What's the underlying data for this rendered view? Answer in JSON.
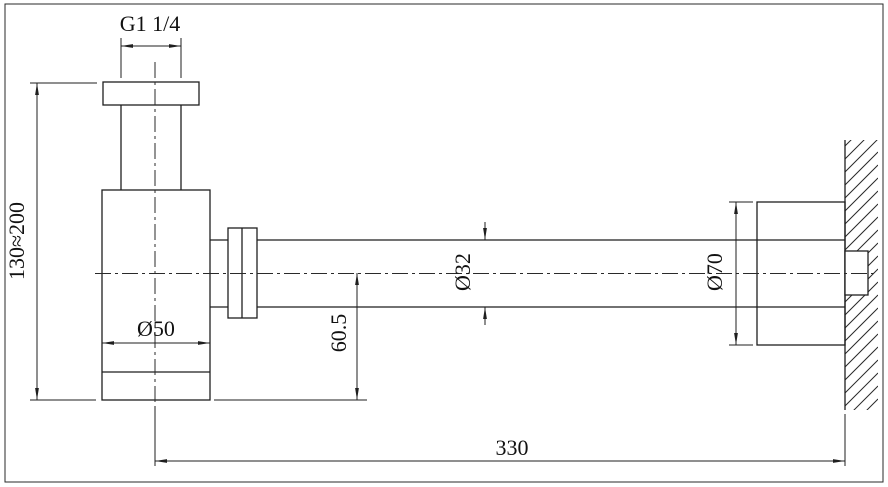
{
  "drawing": {
    "labels": {
      "thread": "G1 1/4",
      "trap_height": "130≈200",
      "body_diameter": "Ø50",
      "outlet_drop": "60.5",
      "pipe_diameter": "Ø32",
      "flange_diameter": "Ø70",
      "wall_length": "330"
    },
    "colors": {
      "line": "#1f1f1f",
      "background": "#ffffff"
    }
  }
}
